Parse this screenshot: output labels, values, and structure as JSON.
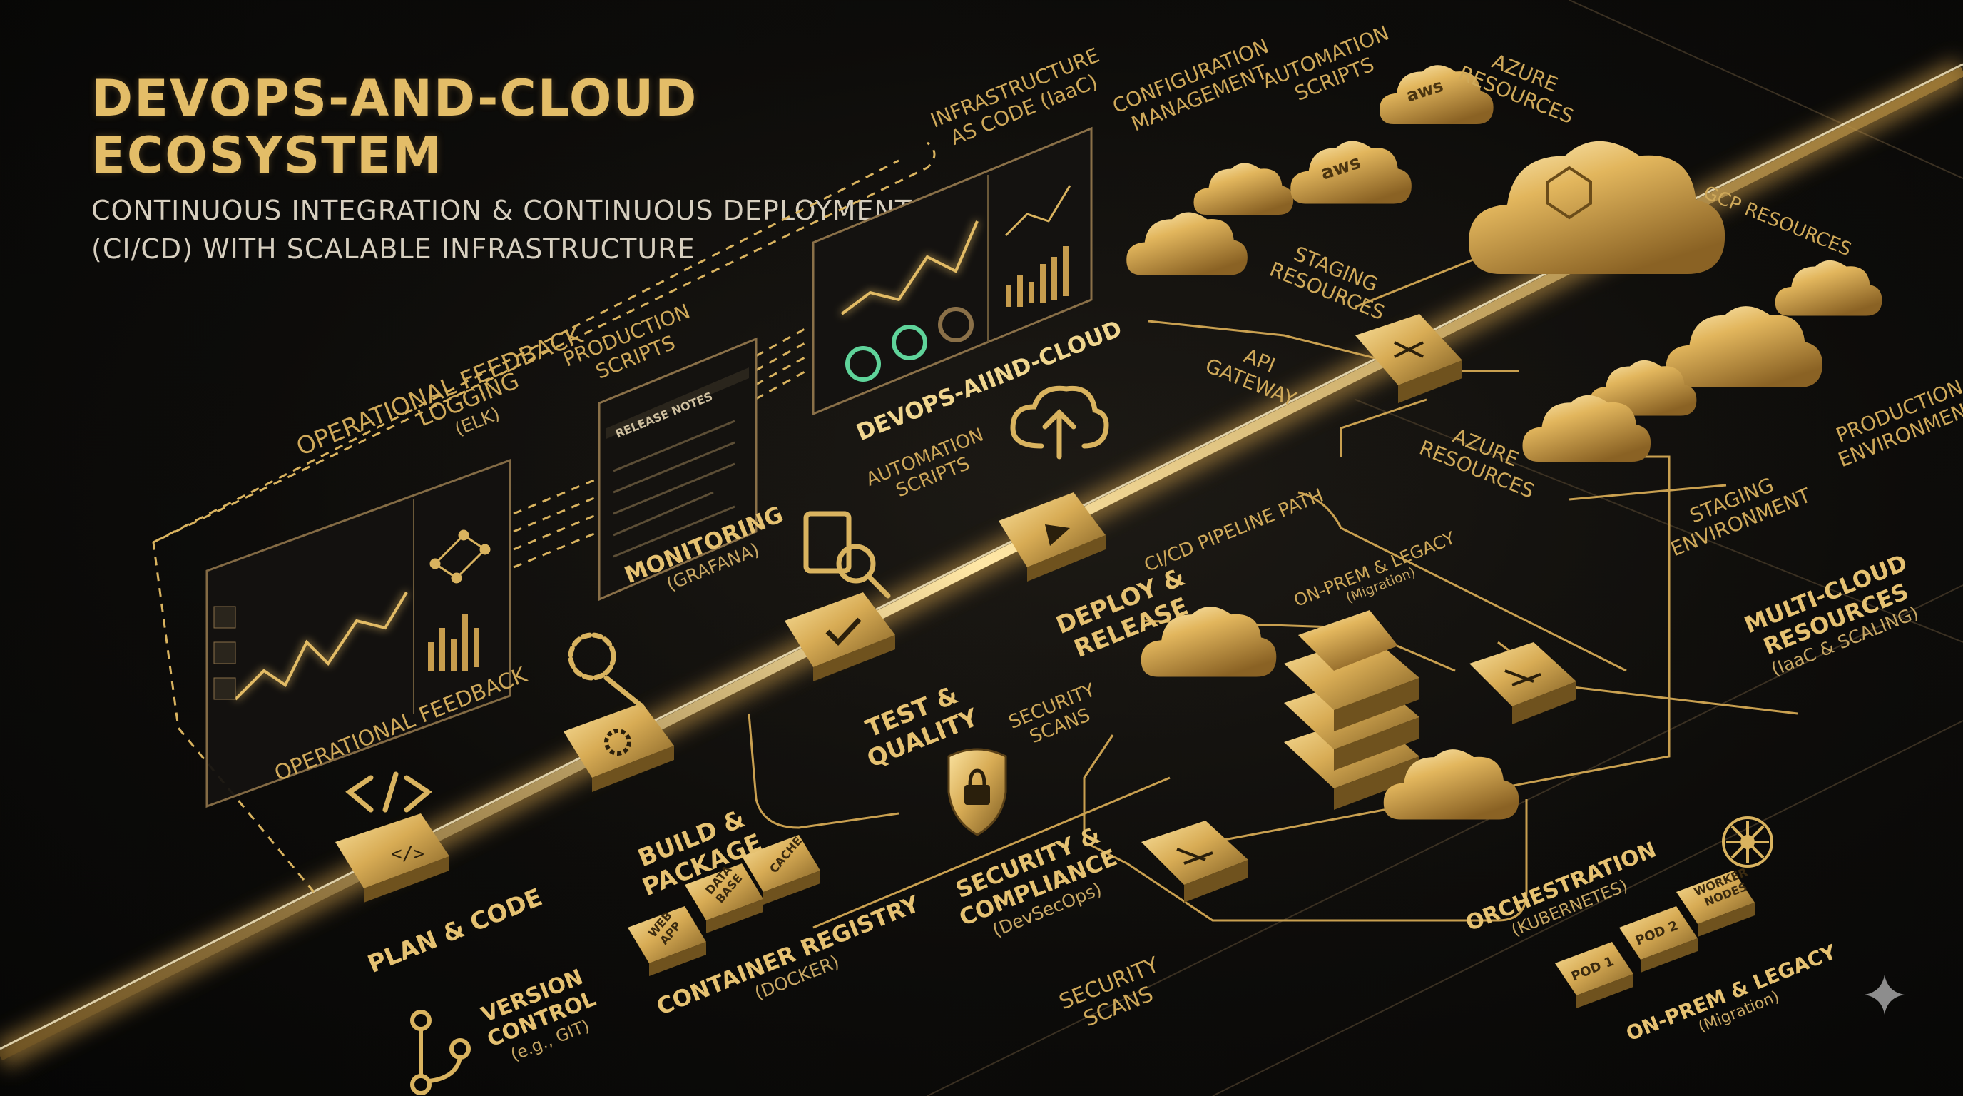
{
  "header": {
    "title_line1": "DEVOPS-AND-CLOUD",
    "title_line2": "ECOSYSTEM",
    "subtitle_line1": "CONTINUOUS INTEGRATION & CONTINUOUS DEPLOYMENT",
    "subtitle_line2": "(CI/CD) WITH SCALABLE INFRASTRUCTURE"
  },
  "pipeline": {
    "path_label": "CI/CD PIPELINE PATH",
    "stages": [
      {
        "id": "plan",
        "label": "PLAN & CODE",
        "icon": "code-brackets-icon"
      },
      {
        "id": "build",
        "label_line1": "BUILD &",
        "label_line2": "PACKAGE",
        "icon": "gear-icon"
      },
      {
        "id": "test",
        "label_line1": "TEST &",
        "label_line2": "QUALITY",
        "icon": "checkmark-icon"
      },
      {
        "id": "deploy",
        "label_line1": "DEPLOY &",
        "label_line2": "RELEASE",
        "icon": "play-icon"
      }
    ]
  },
  "feedback": {
    "top_label": "OPERATIONAL FEEDBACK",
    "bottom_label": "OPERATIONAL FEEDBACK",
    "logging": "LOGGING",
    "logging_sub": "(ELK)",
    "production_scripts_line1": "PRODUCTION",
    "production_scripts_line2": "SCRIPTS",
    "release_notes": "RELEASE NOTES",
    "monitoring": "MONITORING",
    "monitoring_sub": "(GRAFANA)",
    "iac_line1": "INFRASTRUCTURE",
    "iac_line2": "AS CODE (IaaC)",
    "dashboard_title": "DEVOPS-AІІND-CLOUD",
    "automation_scripts_line1": "AUTOMATION",
    "automation_scripts_line2": "SCRIPTS"
  },
  "cloud": {
    "config_mgmt_line1": "CONFIGURATION",
    "config_mgmt_line2": "MANAGEMENT",
    "automation_line1": "AUTOMATION",
    "automation_line2": "SCRIPTS",
    "azure_top_line1": "AZURE",
    "azure_top_line2": "RESOURCES",
    "aws_badge": "aws",
    "gcp": "GCP RESOURCES",
    "staging_resources_line1": "STAGING",
    "staging_resources_line2": "RESOURCES",
    "api_gateway_line1": "API",
    "api_gateway_line2": "GATEWAY",
    "azure_mid_line1": "AZURE",
    "azure_mid_line2": "RESOURCES",
    "staging_env_line1": "STAGING",
    "staging_env_line2": "ENVIRONMENT",
    "production_env_line1": "PRODUCTION",
    "production_env_line2": "ENVIRONMENT",
    "multicloud_line1": "MULTI-CLOUD",
    "multicloud_line2": "RESOURCES",
    "multicloud_sub": "(IaaC & SCALING)",
    "onprem_mid_line1": "ON-PREM & LEGACY",
    "onprem_mid_sub": "(Migration)"
  },
  "lower": {
    "security_scans_mid_line1": "SECURITY",
    "security_scans_mid_line2": "SCANS",
    "security_compliance_line1": "SECURITY &",
    "security_compliance_line2": "COMPLIANCE",
    "security_compliance_sub": "(DevSecOps)",
    "security_scans_low_line1": "SECURITY",
    "security_scans_low_line2": "SCANS",
    "container_registry": "CONTAINER REGISTRY",
    "container_registry_sub": "(DOCKER)",
    "version_control_line1": "VERSION",
    "version_control_line2": "CONTROL",
    "version_control_sub": "(e.g., GIT)",
    "chip_web_line1": "WEB",
    "chip_web_line2": "APP",
    "chip_db_line1": "DATA",
    "chip_db_line2": "BASE",
    "chip_cache": "CACHE",
    "orchestration": "ORCHESTRATION",
    "orchestration_sub": "(KUBERNETES)",
    "pod1": "POD 1",
    "pod2": "POD 2",
    "worker_line1": "WORKER",
    "worker_line2": "NODES",
    "onprem_low_line1": "ON-PREM & LEGACY",
    "onprem_low_sub": "(Migration)"
  },
  "colors": {
    "gold": "#d9b35f",
    "gold_bright": "#f5d98e",
    "gold_dark": "#8a6a2a",
    "background": "#0d0c0a",
    "panel": "#1a1814"
  }
}
